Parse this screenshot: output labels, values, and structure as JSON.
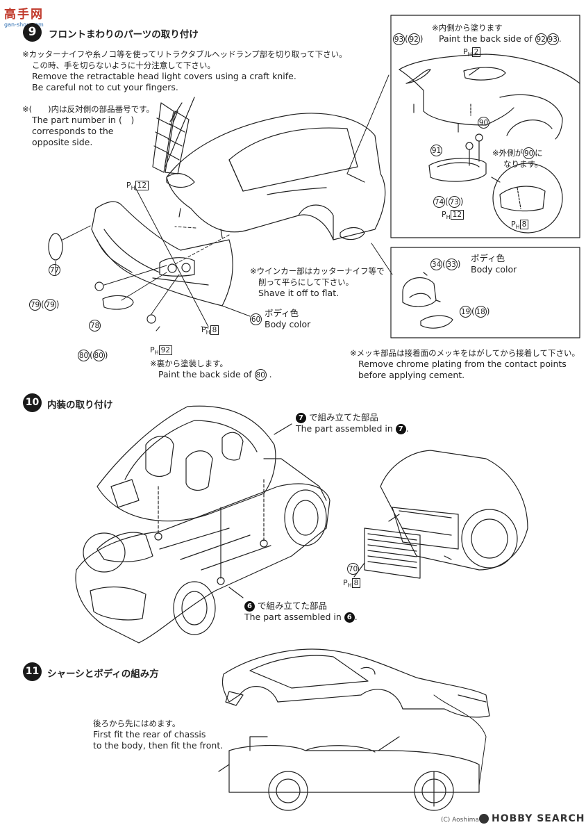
{
  "watermark": {
    "site": "gan-shou.com"
  },
  "step9": {
    "num": "9",
    "title": "フロントまわりのパーツの取り付け",
    "note1_jp_a": "※カッターナイフや糸ノコ等を使ってリトラクタブルヘッドランプ部を切り取って下さい。",
    "note1_jp_b": "この時、手を切らないように十分注意して下さい。",
    "note1_en_a": "Remove the retractable head light covers using a craft knife.",
    "note1_en_b": "Be careful not to cut your fingers.",
    "note2_jp": "※(　　)内は反対側の部品番号です。",
    "note2_en_a": "The part number in (　)",
    "note2_en_b": "corresponds to the",
    "note2_en_c": "opposite side.",
    "inset_top_jp": "※内側から塗ります",
    "inset_top_en": "Paint the back side of",
    "inset_side_jp_a": "※外側が",
    "inset_side_jp_b": "に",
    "inset_side_jp_c": "なります。",
    "body_color_jp": "ボディ色",
    "body_color_en": "Body color",
    "winker_jp_a": "※ウインカー部はカッターナイフ等で",
    "winker_jp_b": "削って平らにして下さい。",
    "winker_en": "Shave it off to flat.",
    "back_jp": "※裏から塗装します。",
    "back_en": "Paint the back side of",
    "chrome_jp": "※メッキ部品は接着面のメッキをはがしてから接着して下さい。",
    "chrome_en_a": "Remove chrome plating from the contact points",
    "chrome_en_b": "before applying cement.",
    "parts": {
      "p93": "93",
      "p92": "92",
      "p90": "90",
      "p91": "91",
      "p74": "74",
      "p73": "73",
      "p77": "77",
      "p79": "79",
      "p78": "78",
      "p80": "80",
      "p60": "60",
      "p34": "34",
      "p33": "33",
      "p19": "19",
      "p18": "18"
    },
    "ph_labels": {
      "ph2": "2",
      "ph12a": "12",
      "ph12b": "12",
      "ph8a": "8",
      "ph8b": "8",
      "ph92": "92"
    }
  },
  "step10": {
    "num": "10",
    "title": "内装の取り付け",
    "assembled7_jp": "で組み立てた部品",
    "assembled7_en": "The part assembled in",
    "ref7": "7",
    "assembled6_jp": "で組み立てた部品",
    "assembled6_en": "The part assembled in",
    "ref6": "6",
    "p70": "70",
    "ph8": "8"
  },
  "step11": {
    "num": "11",
    "title": "シャーシとボディの組み方",
    "note_jp": "後ろから先にはめます。",
    "note_en_a": "First fit the rear of chassis",
    "note_en_b": "to the body, then fit the front."
  },
  "footer": {
    "brand": "HOBBY SEARCH",
    "copyright": "(C) Aoshima"
  }
}
